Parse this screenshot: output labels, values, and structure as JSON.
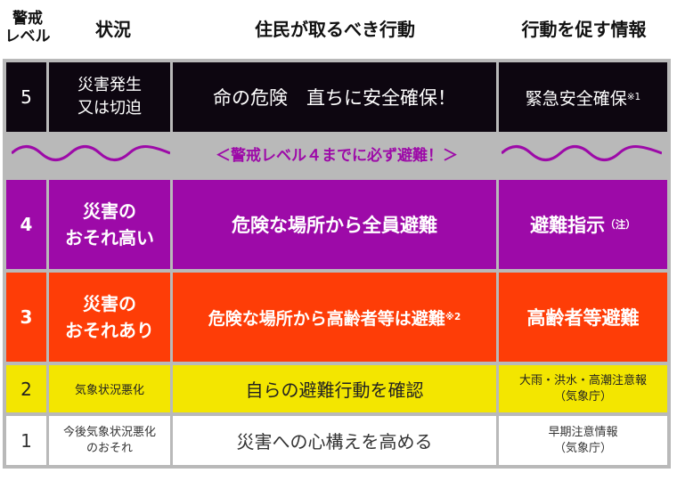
{
  "headers": {
    "level_line1": "警戒",
    "level_line2": "レベル",
    "situation": "状況",
    "action": "住民が取るべき行動",
    "info": "行動を促す情報"
  },
  "banner": "＜警戒レベル４までに必ず避難！＞",
  "rows": [
    {
      "level": "5",
      "situation_line1": "災害発生",
      "situation_line2": "又は切迫",
      "action": "命の危険　直ちに安全確保！",
      "info": "緊急安全確保",
      "info_note": "※1",
      "color": "#0d0610"
    },
    {
      "level": "4",
      "situation_line1": "災害の",
      "situation_line2": "おそれ高い",
      "action": "危険な場所から全員避難",
      "info": "避難指示",
      "info_note": "（注）",
      "color": "#9d0aa8"
    },
    {
      "level": "3",
      "situation_line1": "災害の",
      "situation_line2": "おそれあり",
      "action": "危険な場所から高齢者等は避難",
      "action_note": "※2",
      "info": "高齢者等避難",
      "color": "#fe3d07"
    },
    {
      "level": "2",
      "situation_line1": "気象状況悪化",
      "action": "自らの避難行動を確認",
      "info_line1": "大雨・洪水・高潮注意報",
      "info_line2": "（気象庁）",
      "color": "#f3e600"
    },
    {
      "level": "1",
      "situation_line1": "今後気象状況悪化",
      "situation_line2": "のおそれ",
      "action": "災害への心構えを高める",
      "info_line1": "早期注意情報",
      "info_line2": "（気象庁）",
      "color": "#ffffff"
    }
  ]
}
